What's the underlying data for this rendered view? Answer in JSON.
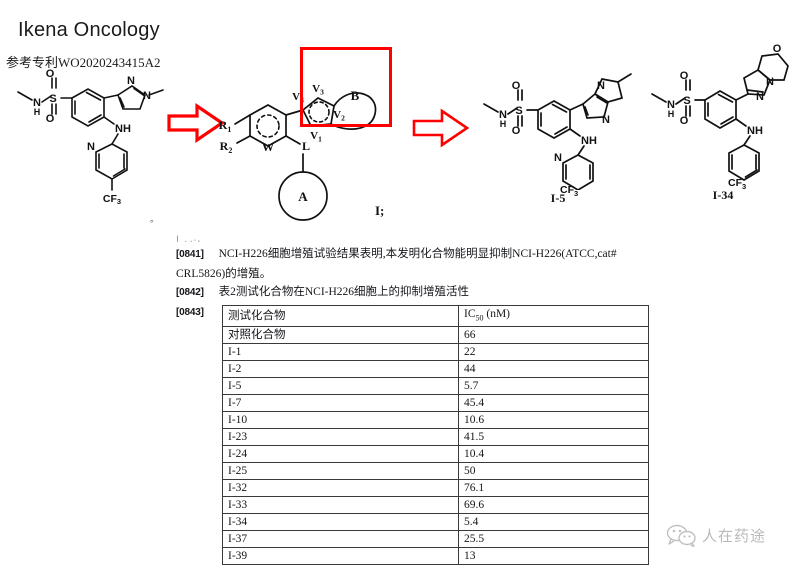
{
  "header": {
    "title": "Ikena Oncology",
    "patent_reference": "参考专利WO2020243415A2"
  },
  "structures": {
    "reference": {
      "name": "reference-compound-structure",
      "caption": "",
      "labels": [
        "O",
        "O",
        "S",
        "N",
        "H",
        "N",
        "N",
        "NH",
        "N",
        "CF3"
      ],
      "trailing_mark": "。"
    },
    "generic": {
      "name": "generic-formula-structure",
      "caption": "I;",
      "labels": [
        "R1",
        "R2",
        "W",
        "L",
        "A",
        "B",
        "V1",
        "V2",
        "V3",
        "V4"
      ]
    },
    "i5": {
      "name": "compound-i5-structure",
      "caption": "I-5",
      "labels": [
        "O",
        "O",
        "S",
        "N",
        "H",
        "N",
        "N",
        "NH",
        "N",
        "CF3"
      ]
    },
    "i34": {
      "name": "compound-i34-structure",
      "caption": "I-34",
      "labels": [
        "O",
        "O",
        "S",
        "N",
        "H",
        "N",
        "N",
        "O",
        "NH",
        "CF3"
      ]
    }
  },
  "annotations": {
    "arrow_color": "#ff0000",
    "box_color": "#ff0000",
    "arrow_1": "right-arrow",
    "arrow_2": "right-arrow",
    "highlight_box": "red-highlight-box"
  },
  "document": {
    "clipped_line": "ت ر ا",
    "paragraphs": [
      {
        "number": "[0841]",
        "text": "NCI-H226细胞增殖试验结果表明,本发明化合物能明显抑制NCI-H226(ATCC,cat#",
        "continuation": "CRL5826)的增殖。"
      },
      {
        "number": "[0842]",
        "text": "表2测试化合物在NCI-H226细胞上的抑制增殖活性"
      },
      {
        "number": "[0843]",
        "text": ""
      }
    ]
  },
  "table": {
    "headers": [
      "测试化合物",
      "IC50 (nM)"
    ],
    "header_ic50_prefix": "IC",
    "header_ic50_sub": "50",
    "header_ic50_suffix": " (nM)",
    "rows": [
      {
        "compound": "对照化合物",
        "ic50": "66"
      },
      {
        "compound": "I-1",
        "ic50": "22"
      },
      {
        "compound": "I-2",
        "ic50": "44"
      },
      {
        "compound": "I-5",
        "ic50": "5.7"
      },
      {
        "compound": "I-7",
        "ic50": "45.4"
      },
      {
        "compound": "I-10",
        "ic50": "10.6"
      },
      {
        "compound": "I-23",
        "ic50": "41.5"
      },
      {
        "compound": "I-24",
        "ic50": "10.4"
      },
      {
        "compound": "I-25",
        "ic50": "50"
      },
      {
        "compound": "I-32",
        "ic50": "76.1"
      },
      {
        "compound": "I-33",
        "ic50": "69.6"
      },
      {
        "compound": "I-34",
        "ic50": "5.4"
      },
      {
        "compound": "I-37",
        "ic50": "25.5"
      },
      {
        "compound": "I-39",
        "ic50": "13"
      }
    ]
  },
  "watermark": {
    "icon": "wechat-icon",
    "text": "人在药途"
  }
}
